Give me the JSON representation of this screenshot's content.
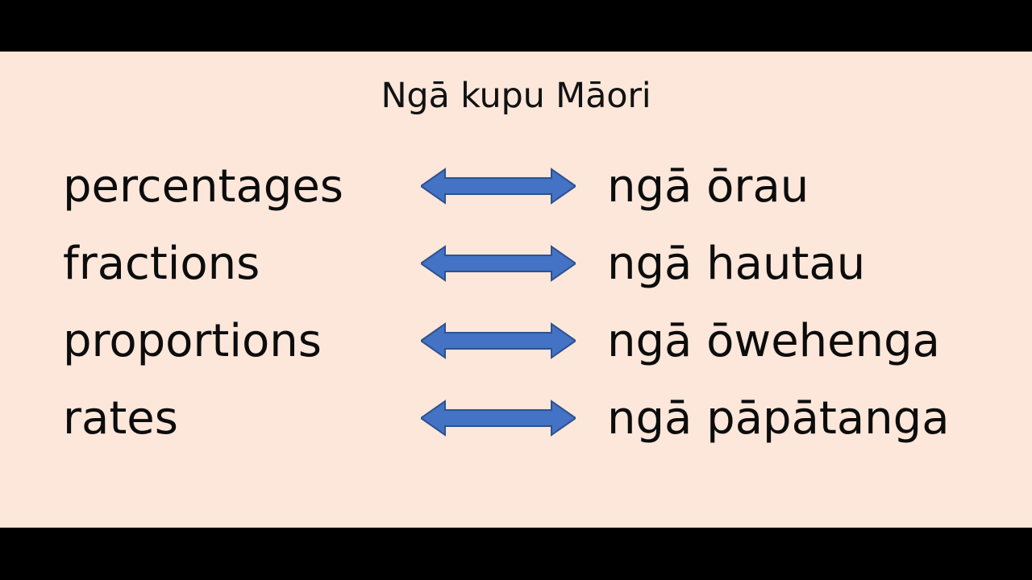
{
  "slide": {
    "title": "Ngā kupu Māori",
    "background_color": "#FCE7DA",
    "text_color": "#0C0C0C",
    "letterbox_color": "#000000",
    "arrow": {
      "icon": "double-headed-arrow-icon",
      "fill_color": "#4472C4",
      "stroke_color": "#2E528F"
    },
    "pairs": [
      {
        "english": "percentages",
        "maori": "ngā ōrau"
      },
      {
        "english": "fractions",
        "maori": "ngā hautau"
      },
      {
        "english": "proportions",
        "maori": "ngā ōwehenga"
      },
      {
        "english": "rates",
        "maori": "ngā pāpātanga"
      }
    ]
  }
}
